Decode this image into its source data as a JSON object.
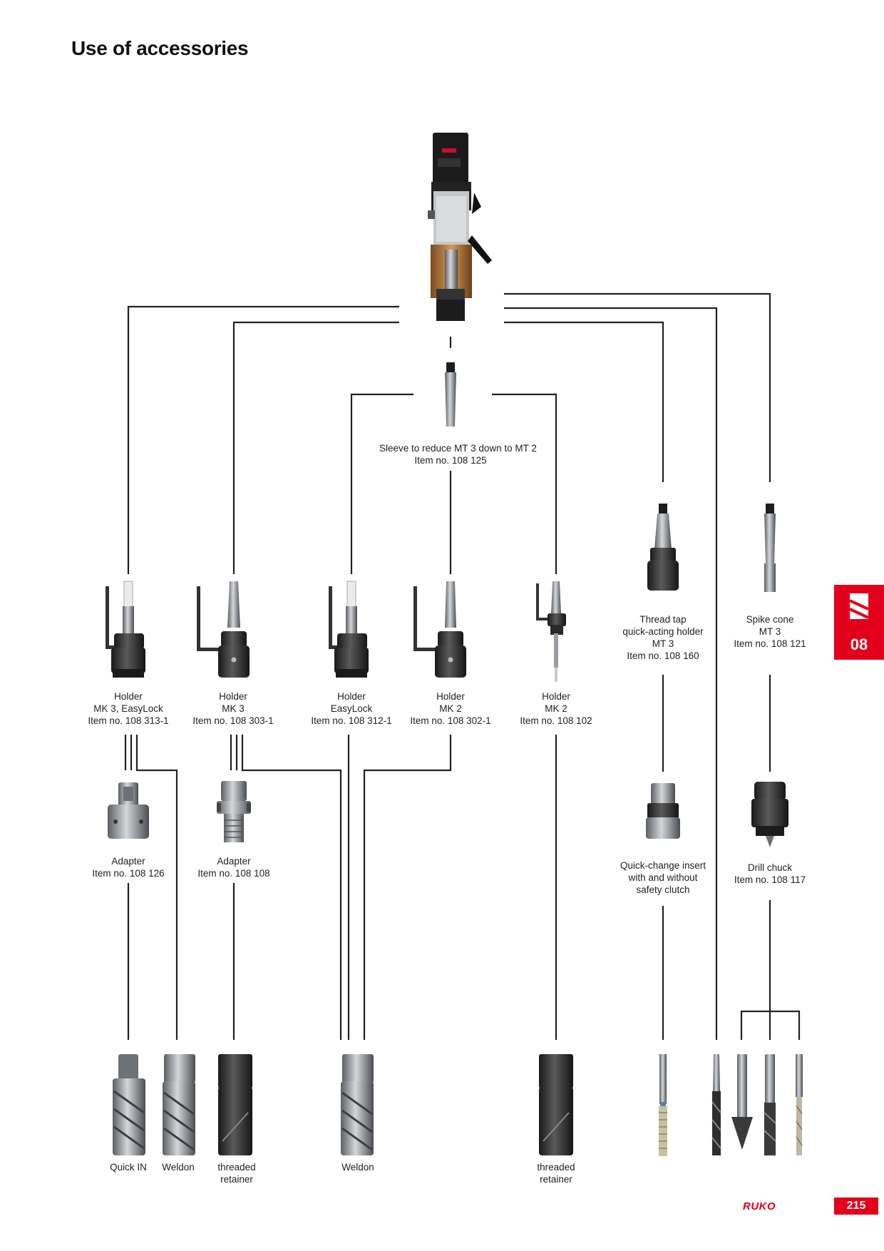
{
  "page": {
    "title": "Use of accessories",
    "brand": "RUKO",
    "page_number": "215",
    "chapter": "08"
  },
  "colors": {
    "accent": "#e3001b",
    "line": "#222222",
    "metal": "#8e9296",
    "dark_metal": "#2b2b2b"
  },
  "labels": {
    "sleeve": [
      "Sleeve to reduce MT 3 down to MT 2",
      "Item no. 108 125"
    ],
    "holder_mk3_easylock": [
      "Holder",
      "MK 3, EasyLock",
      "Item no. 108 313-1"
    ],
    "holder_mk3": [
      "Holder",
      "MK 3",
      "Item no. 108 303-1"
    ],
    "holder_easylock": [
      "Holder",
      "EasyLock",
      "Item no. 108 312-1"
    ],
    "holder_mk2_302": [
      "Holder",
      "MK 2",
      "Item no. 108 302-1"
    ],
    "holder_mk2_102": [
      "Holder",
      "MK 2",
      "Item no. 108 102"
    ],
    "thread_tap_holder": [
      "Thread tap",
      "quick-acting holder",
      "MT 3",
      "Item no. 108 160"
    ],
    "spike_cone": [
      "Spike cone",
      "MT 3",
      "Item no. 108 121"
    ],
    "adapter_126": [
      "Adapter",
      "Item no. 108 126"
    ],
    "adapter_108": [
      "Adapter",
      "Item no. 108 108"
    ],
    "quick_change_insert": [
      "Quick-change insert",
      "with and without",
      "safety clutch"
    ],
    "drill_chuck": [
      "Drill chuck",
      "Item no. 108 117"
    ],
    "cutter_quick_in": [
      "Quick IN"
    ],
    "cutter_weldon_1": [
      "Weldon"
    ],
    "cutter_threaded_1": [
      "threaded",
      "retainer"
    ],
    "cutter_weldon_2": [
      "Weldon"
    ],
    "cutter_threaded_2": [
      "threaded",
      "retainer"
    ]
  }
}
